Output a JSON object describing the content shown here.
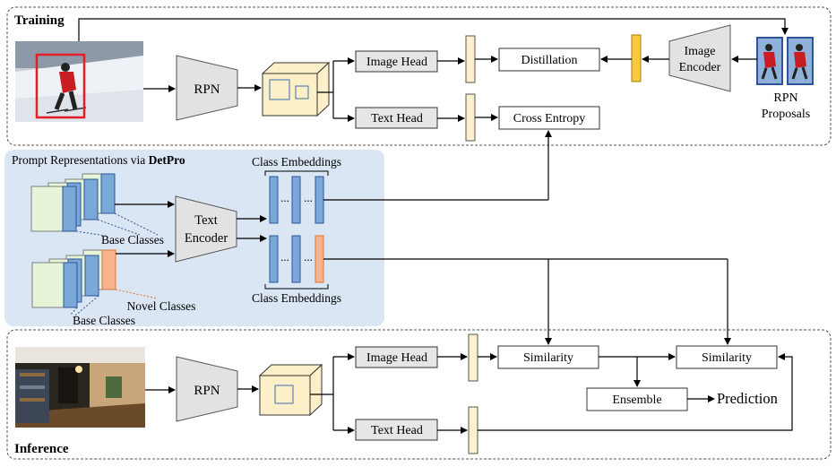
{
  "training": {
    "title": "Training",
    "rpn": "RPN",
    "image_head": "Image Head",
    "text_head": "Text Head",
    "distillation": "Distillation",
    "cross_entropy": "Cross Entropy",
    "image_encoder": [
      "Image",
      "Encoder"
    ],
    "rpn_proposals": [
      "RPN",
      "Proposals"
    ]
  },
  "prompt": {
    "title_prefix": "Prompt Representations via ",
    "title_bold": "DetPro",
    "class_embeddings_top": "Class Embeddings",
    "class_embeddings_bottom": "Class Embeddings",
    "base_classes_top": "Base Classes",
    "base_classes_bottom": "Base Classes",
    "novel_classes": "Novel Classes",
    "text_encoder": [
      "Text",
      "Encoder"
    ],
    "ellipsis": "..."
  },
  "inference": {
    "title": "Inference",
    "rpn": "RPN",
    "image_head": "Image Head",
    "text_head": "Text Head",
    "similarity_left": "Similarity",
    "similarity_right": "Similarity",
    "ensemble": "Ensemble",
    "prediction": "Prediction"
  },
  "colors": {
    "prompt_panel": "#dae6f4",
    "feature_map": "#fdefc8",
    "vector_yellow_light": "#fdf0cf",
    "vector_yellow": "#f9c944",
    "vector_blue": "#7aa8d8",
    "vector_orange": "#f7b48f",
    "encoder_gray": "#e2e2e2",
    "bbox_red": "#e41e26"
  },
  "icons": [
    "skier-photo-icon",
    "room-photo-icon",
    "rpn-proposal-crop-icon"
  ]
}
